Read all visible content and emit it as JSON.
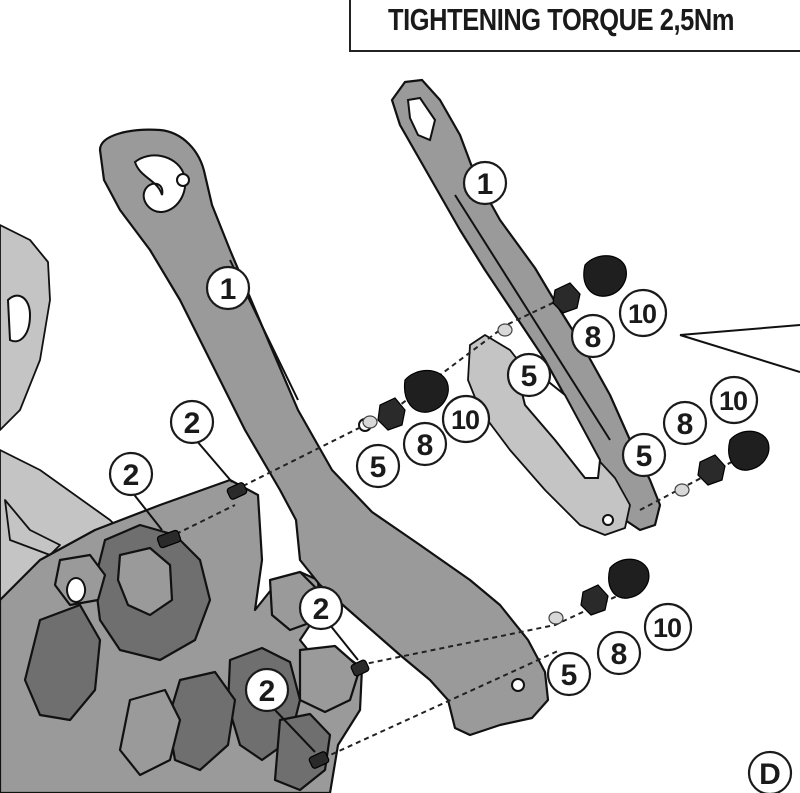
{
  "header": {
    "torque_label": "TIGHTENING TORQUE 2,5Nm"
  },
  "callouts": {
    "c1a": "1",
    "c1b": "1",
    "c2a": "2",
    "c2b": "2",
    "c2c": "2",
    "c2d": "2",
    "c5a": "5",
    "c5b": "5",
    "c5c": "5",
    "c5d": "5",
    "c8a": "8",
    "c8b": "8",
    "c8c": "8",
    "c8d": "8",
    "c10a": "10",
    "c10b": "10",
    "c10c": "10",
    "c10d": "10",
    "view": "D"
  },
  "colors": {
    "part_fill": "#9a9a9a",
    "outline": "#111111",
    "background": "#ffffff"
  }
}
